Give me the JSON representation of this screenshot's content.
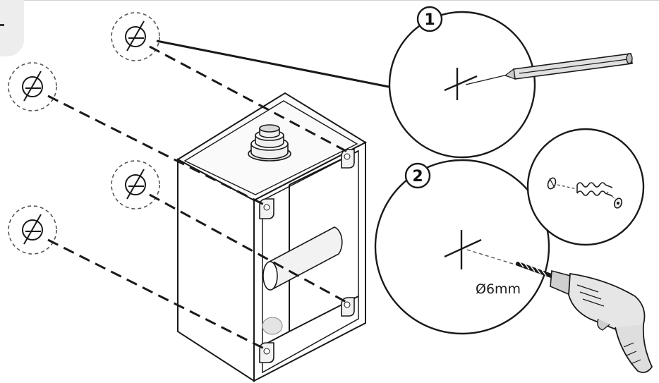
{
  "diagram": {
    "step1_number": "1",
    "step2_number": "2",
    "drill_bit_label": "Ø6mm"
  },
  "colors": {
    "ink": "#1a1a1a",
    "background": "#ffffff",
    "tab": "#ededed",
    "fill_light": "#f2f2f2",
    "drill_body": "#e6e6e6"
  },
  "icons": [
    "pencil-icon",
    "drill-icon",
    "wall-plug-icon",
    "screw-icon",
    "drill-mark-icon"
  ]
}
